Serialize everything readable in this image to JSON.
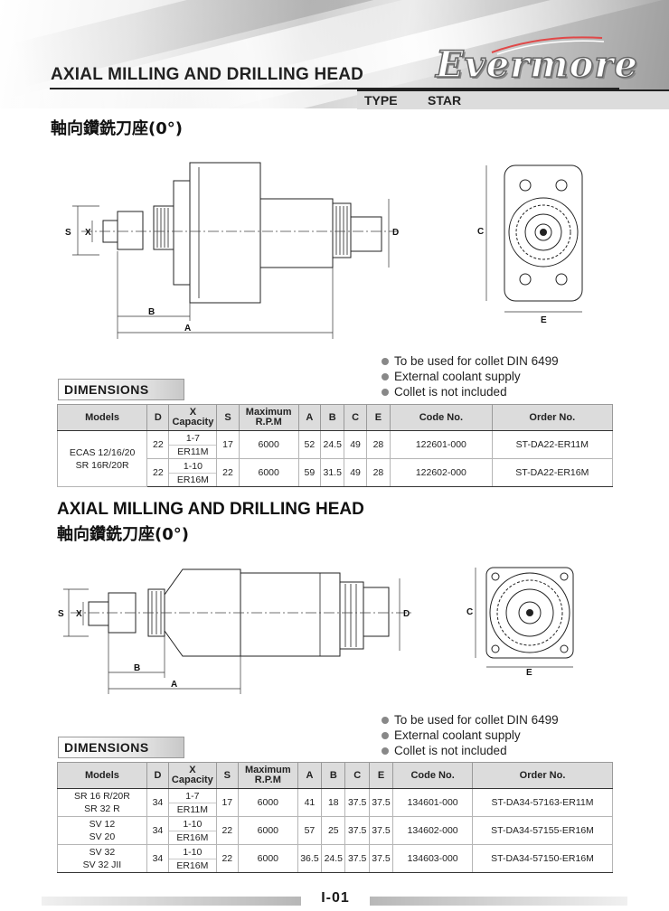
{
  "header": {
    "title": "AXIAL MILLING AND DRILLING HEAD",
    "brand": "Evermore",
    "type_label": "TYPE",
    "type_value": "STAR"
  },
  "section1": {
    "subtitle": "軸向鑽銑刀座(0°)",
    "dim_labels": {
      "S": "S",
      "X": "X",
      "D": "D",
      "A": "A",
      "B": "B",
      "C": "C",
      "E": "E"
    },
    "notes": [
      "To be used for collet DIN 6499",
      "External coolant supply",
      "Collet is not included"
    ],
    "dimensions_label": "DIMENSIONS",
    "columns": [
      "Models",
      "D",
      "X Capacity",
      "S",
      "Maximum R.P.M",
      "A",
      "B",
      "C",
      "E",
      "Code No.",
      "Order No."
    ],
    "col_x": "X",
    "col_cap": "Capacity",
    "col_max": "Maximum",
    "col_rpm": "R.P.M",
    "model_lines": [
      "ECAS 12/16/20",
      "SR 16R/20R"
    ],
    "rows": [
      {
        "d": "22",
        "cap1": "1-7",
        "cap2": "ER11M",
        "s": "17",
        "rpm": "6000",
        "a": "52",
        "b": "24.5",
        "c": "49",
        "e": "28",
        "code": "122601-000",
        "order": "ST-DA22-ER11M"
      },
      {
        "d": "22",
        "cap1": "1-10",
        "cap2": "ER16M",
        "s": "22",
        "rpm": "6000",
        "a": "59",
        "b": "31.5",
        "c": "49",
        "e": "28",
        "code": "122602-000",
        "order": "ST-DA22-ER16M"
      }
    ]
  },
  "section2": {
    "title": "AXIAL MILLING AND DRILLING HEAD",
    "subtitle": "軸向鑽銑刀座(0°)",
    "notes": [
      "To be used for collet DIN 6499",
      "External coolant supply",
      "Collet is not included"
    ],
    "dimensions_label": "DIMENSIONS",
    "rows": [
      {
        "m1": "SR 16 R/20R",
        "m2": "SR 32 R",
        "d": "34",
        "cap1": "1-7",
        "cap2": "ER11M",
        "s": "17",
        "rpm": "6000",
        "a": "41",
        "b": "18",
        "c": "37.5",
        "e": "37.5",
        "code": "134601-000",
        "order": "ST-DA34-57163-ER11M"
      },
      {
        "m1": "SV 12",
        "m2": "SV 20",
        "d": "34",
        "cap1": "1-10",
        "cap2": "ER16M",
        "s": "22",
        "rpm": "6000",
        "a": "57",
        "b": "25",
        "c": "37.5",
        "e": "37.5",
        "code": "134602-000",
        "order": "ST-DA34-57155-ER16M"
      },
      {
        "m1": "SV 32",
        "m2": "SV 32 JII",
        "d": "34",
        "cap1": "1-10",
        "cap2": "ER16M",
        "s": "22",
        "rpm": "6000",
        "a": "36.5",
        "b": "24.5",
        "c": "37.5",
        "e": "37.5",
        "code": "134603-000",
        "order": "ST-DA34-57150-ER16M"
      }
    ]
  },
  "footer": {
    "page": "I-01"
  }
}
